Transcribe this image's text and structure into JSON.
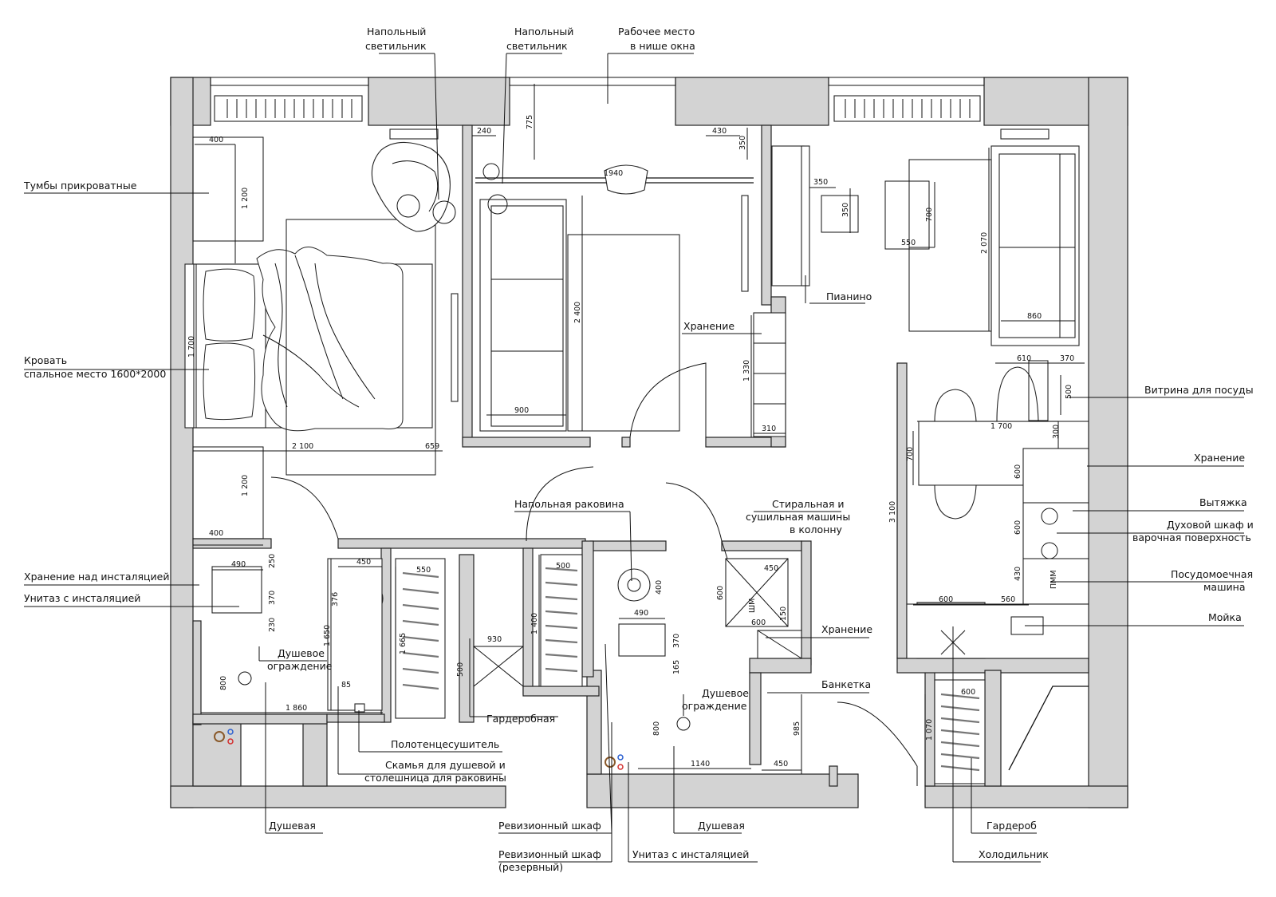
{
  "colors": {
    "wall": "#d3d3d3",
    "line": "#111111",
    "accent_red": "#d33030",
    "accent_blue": "#2a5fd0"
  },
  "labels": {
    "floor_lamp_left": [
      "Напольный",
      "светильник"
    ],
    "floor_lamp_right": [
      "Напольный",
      "светильник"
    ],
    "workplace": [
      "Рабочее место",
      "в нише окна"
    ],
    "nightstands": [
      "Тумбы прикроватные"
    ],
    "piano": [
      "Пианино"
    ],
    "storage_living": [
      "Хранение"
    ],
    "bed": [
      "Кровать",
      "спальное место 1600*2000"
    ],
    "dish_display": [
      "Витрина для посуды"
    ],
    "storage_kitchen": [
      "Хранение"
    ],
    "hood": [
      "Вытяжка"
    ],
    "oven": [
      "Духовой шкаф и",
      "варочная поверхность"
    ],
    "floor_sink": [
      "Напольная раковина"
    ],
    "washer": [
      "Стиральная и",
      "сушильная машины",
      "в колонну"
    ],
    "dishwasher": [
      "Посудомоечная",
      "машина"
    ],
    "storage_install": [
      "Хранение над инсталяцией"
    ],
    "toilet_left": [
      "Унитаз с инсталяцией"
    ],
    "sink": [
      "Мойка"
    ],
    "storage_hall": [
      "Хранение"
    ],
    "shower_screen_left": [
      "Душевое",
      "ограждение"
    ],
    "bench": [
      "Банкетка"
    ],
    "shower_screen_right": [
      "Душевое",
      "ограждение"
    ],
    "walk_in": [
      "Гардеробная"
    ],
    "towel_dryer": [
      "Полотенцесушитель"
    ],
    "shower_bench": [
      "Скамья для душевой и",
      "столешница для раковины"
    ],
    "shower_left": [
      "Душевая"
    ],
    "audit_cabinet": [
      "Ревизионный шкаф"
    ],
    "shower_right": [
      "Душевая"
    ],
    "wardrobe": [
      "Гардероб"
    ],
    "audit_cabinet_spare": [
      "Ревизионный шкаф",
      "(резервный)"
    ],
    "toilet_right": [
      "Унитаз с инсталяцией"
    ],
    "fridge": [
      "Холодильник"
    ]
  },
  "dimensions": {
    "d400_top": "400",
    "d1200_top": "1 200",
    "d240": "240",
    "d775": "775",
    "d430": "430",
    "d350_top": "350",
    "d1940": "1940",
    "d350_piano_w": "350",
    "d350_piano_h": "350",
    "d700_sofa": "700",
    "d550_sofa": "550",
    "d2070": "2 070",
    "d860": "860",
    "d1700_bed": "1 700",
    "d2400": "2 400",
    "d1330": "1 330",
    "d900": "900",
    "d310": "310",
    "d610": "610",
    "d370_kit": "370",
    "d500_kit": "500",
    "d1700_table": "1 700",
    "d700_table": "700",
    "d300": "300",
    "d2100": "2 100",
    "d659": "659",
    "d600_a": "600",
    "d1200_bot": "1 200",
    "d3100": "3 100",
    "d400_bot": "400",
    "d600_b": "600",
    "d490_a": "490",
    "d250": "250",
    "d450_a": "450",
    "d550_wr": "550",
    "d500_wr": "500",
    "d376": "376",
    "d370_a": "370",
    "d400_sink": "400",
    "d450_b": "450",
    "d600_wash": "600",
    "d430_kit": "430",
    "d600_c": "600",
    "d560": "560",
    "d230": "230",
    "d490_b": "490",
    "d150": "150",
    "d600_d": "600",
    "d1650": "1 650",
    "d1665": "1 665",
    "d1400": "1 400",
    "d930": "930",
    "d370_b": "370",
    "d165": "165",
    "d500_mid": "500",
    "d85": "85",
    "d800_a": "800",
    "d1860": "1 860",
    "d600_e": "600",
    "d1070": "1 070",
    "d800_b": "800",
    "d985": "985",
    "d1140": "1140",
    "d450_c": "450",
    "pmm": "ПММ",
    "shm": "ШМ"
  },
  "icons": [
    "bed-icon",
    "armchair-icon",
    "sofa-icon",
    "radiator-icon",
    "chair-icon",
    "washbasin-icon",
    "toilet-icon",
    "shower-icon",
    "stove-icon",
    "fridge-icon"
  ]
}
